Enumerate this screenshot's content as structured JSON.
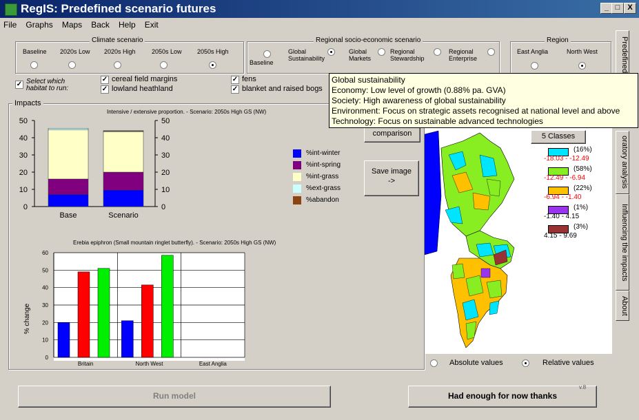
{
  "window": {
    "title": "RegIS: Predefined scenario futures",
    "min": "_",
    "max": "□",
    "close": "X"
  },
  "menu": [
    "File",
    "Graphs",
    "Maps",
    "Back",
    "Help",
    "Exit"
  ],
  "climate": {
    "title": "Climate scenario",
    "options": [
      {
        "label": "Baseline",
        "selected": false
      },
      {
        "label": "2020s Low",
        "selected": false
      },
      {
        "label": "2020s High",
        "selected": false
      },
      {
        "label": "2050s Low",
        "selected": false
      },
      {
        "label": "2050s High",
        "selected": true
      }
    ]
  },
  "socio": {
    "title": "Regional socio-economic scenario",
    "options": [
      {
        "label": "Baseline",
        "selected": false
      },
      {
        "label": "Global Sustainability",
        "selected": true
      },
      {
        "label": "Global Markets",
        "selected": false
      },
      {
        "label": "Regional Stewardship",
        "selected": false
      },
      {
        "label": "Regional Enterprise",
        "selected": false
      }
    ]
  },
  "region": {
    "title": "Region",
    "options": [
      {
        "label": "East Anglia",
        "selected": false
      },
      {
        "label": "North West",
        "selected": true
      }
    ]
  },
  "habitat": {
    "select_label": "Select which habitat to run:",
    "items": [
      {
        "label": "cereal field margins",
        "checked": true
      },
      {
        "label": "lowland heathland",
        "checked": true
      },
      {
        "label": "fens",
        "checked": true
      },
      {
        "label": "blanket and raised bogs",
        "checked": true
      }
    ]
  },
  "impacts_title": "Impacts",
  "tooltip": {
    "lines": [
      "Global sustainability",
      "Economy: Low level of growth (0.88% pa. GVA)",
      "Society: High awareness of global sustainability",
      "Environment: Focus on strategic assets recognised at national level and above",
      "Technology: Focus on sustainable advanced technologies"
    ]
  },
  "buttons": {
    "comparison": "comparison",
    "save_image": "Save image",
    "save_arrow": "->",
    "classes": "5 Classes",
    "run_model": "Run model",
    "enough": "Had enough for now thanks"
  },
  "version": "v.8",
  "side_tabs": [
    "Predefined",
    "oratory analysis",
    "Influencing the impacts",
    "About"
  ],
  "map": {
    "legend": [
      {
        "pct": "(16%)",
        "range": "-18.03 - -12.49",
        "color": "#00e5ff",
        "range_color": "#ff0000"
      },
      {
        "pct": "(58%)",
        "range": "-12.49 - -6.94",
        "color": "#88ee22",
        "range_color": "#ff0000"
      },
      {
        "pct": "(22%)",
        "range": "-6.94 - -1.40",
        "color": "#ffc000",
        "range_color": "#ff0000"
      },
      {
        "pct": "(1%)",
        "range": "-1.40 - 4.15",
        "color": "#9933ee",
        "range_color": "#000000"
      },
      {
        "pct": "(3%)",
        "range": "4.15 - 9.69",
        "color": "#993333",
        "range_color": "#000000"
      }
    ],
    "value_mode": {
      "absolute": "Absolute values",
      "relative": "Relative values",
      "selected": "relative"
    }
  },
  "chart_data": [
    {
      "type": "bar",
      "stacked": true,
      "title": "Intensive / extensive proportion. - Scenario: 2050s High GS (NW)",
      "categories": [
        "Base",
        "Scenario"
      ],
      "ylim": [
        0,
        50
      ],
      "yticks": [
        0,
        10,
        20,
        30,
        40,
        50
      ],
      "series": [
        {
          "name": "%int-winter",
          "color": "#0000ff",
          "values": [
            7,
            9.5
          ]
        },
        {
          "name": "%int-spring",
          "color": "#800080",
          "values": [
            9,
            10.5
          ]
        },
        {
          "name": "%int-grass",
          "color": "#ffffc8",
          "values": [
            28.5,
            23.5
          ]
        },
        {
          "name": "%ext-grass",
          "color": "#ccffff",
          "values": [
            1,
            0.3
          ]
        },
        {
          "name": "%abandon",
          "color": "#8b4513",
          "values": [
            0,
            0.3
          ]
        }
      ]
    },
    {
      "type": "bar",
      "title": "Erebia epiphron (Small mountain ringlet butterfly). - Scenario: 2050s High GS (NW)",
      "ylabel": "% change",
      "categories": [
        "Britain",
        "North West",
        "East Anglia"
      ],
      "ylim": [
        0,
        60
      ],
      "yticks": [
        0,
        10,
        20,
        30,
        40,
        50,
        60
      ],
      "series": [
        {
          "color": "#0000ff",
          "values": [
            20,
            21,
            0
          ]
        },
        {
          "color": "#ff0000",
          "values": [
            49,
            41.5,
            0
          ]
        },
        {
          "color": "#00ee00",
          "values": [
            51,
            58.5,
            0
          ]
        }
      ]
    }
  ]
}
